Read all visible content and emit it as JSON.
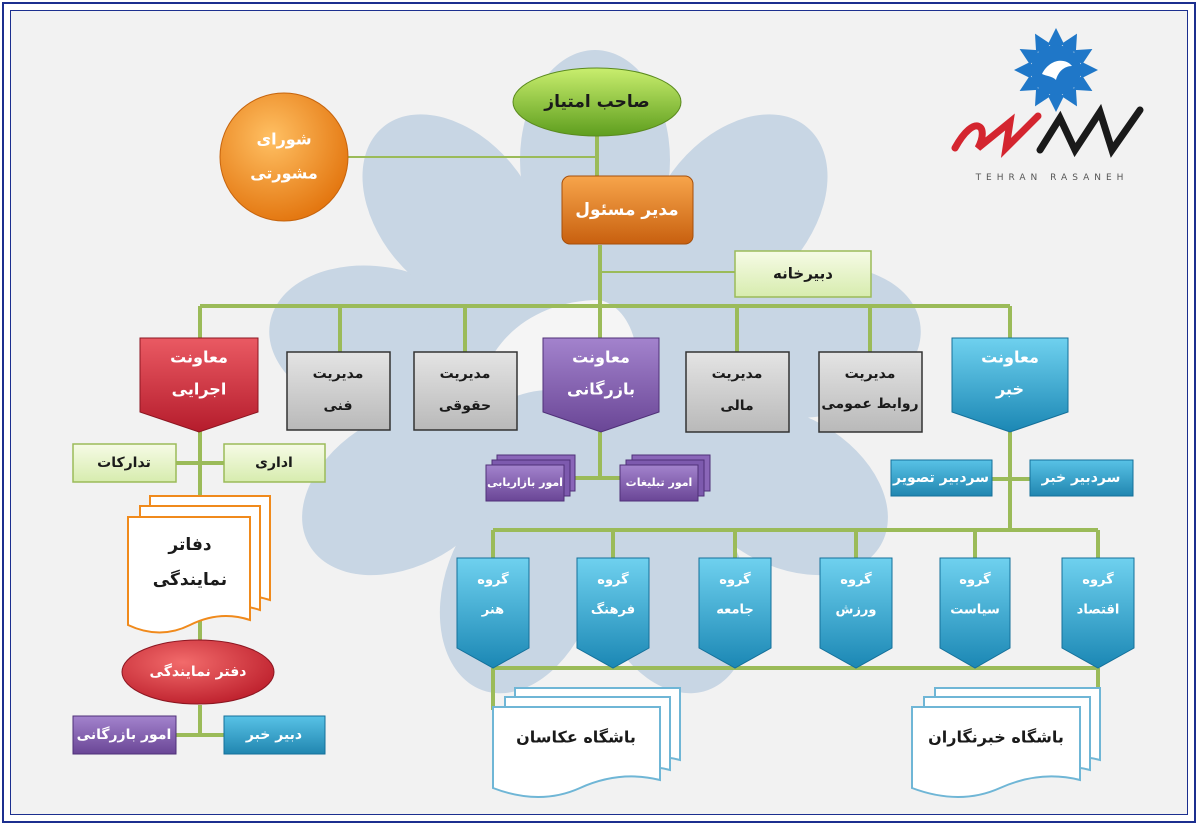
{
  "logo": {
    "subtitle": "TEHRAN RASANEH"
  },
  "nodes": {
    "owner": "صاحب امتیاز",
    "advisory_line1": "شورای",
    "advisory_line2": "مشورتی",
    "director": "مدیر مسئول",
    "secretariat": "دبیرخانه",
    "exec_line1": "معاونت",
    "exec_line2": "اجرایی",
    "tech_line1": "مدیریت",
    "tech_line2": "فنی",
    "legal_line1": "مدیریت",
    "legal_line2": "حقوقی",
    "comm_line1": "معاونت",
    "comm_line2": "بازرگانی",
    "fin_line1": "مدیریت",
    "fin_line2": "مالی",
    "pr_line1": "مدیریت",
    "pr_line2": "روابط عمومی",
    "news_line1": "معاونت",
    "news_line2": "خبر",
    "procurement": "تدارکات",
    "admin": "اداری",
    "offices_line1": "دفاتر",
    "offices_line2": "نمایندگی",
    "rep_office": "دفتر نمایندگی",
    "commerce_affairs": "امور بازرگانی",
    "news_editor_small": "دبیر خبر",
    "marketing": "امور بازاریابی",
    "advertising": "امور تبلیغات",
    "photo_chief": "سردبیر تصویر",
    "news_chief": "سردبیر خبر",
    "group_word": "گروه",
    "g_art": "هنر",
    "g_culture": "فرهنگ",
    "g_society": "جامعه",
    "g_sport": "ورزش",
    "g_politics": "سیاست",
    "g_economy": "اقتصاد",
    "photographers_club": "باشگاه عکاسان",
    "reporters_club": "باشگاه خبرنگاران"
  },
  "colors": {
    "connector": "#9bbb59",
    "owner": "#76b82a",
    "advisory": "#f08a1c",
    "director": "#e07b20",
    "secretariat_fill": "#eef7d7",
    "exec": "#c8283a",
    "gray": "#c8c8c8",
    "commerce": "#7d56a8",
    "news": "#2f9fc9",
    "offices_border": "#f08a1c",
    "clubs_border": "#6fb6d6"
  }
}
